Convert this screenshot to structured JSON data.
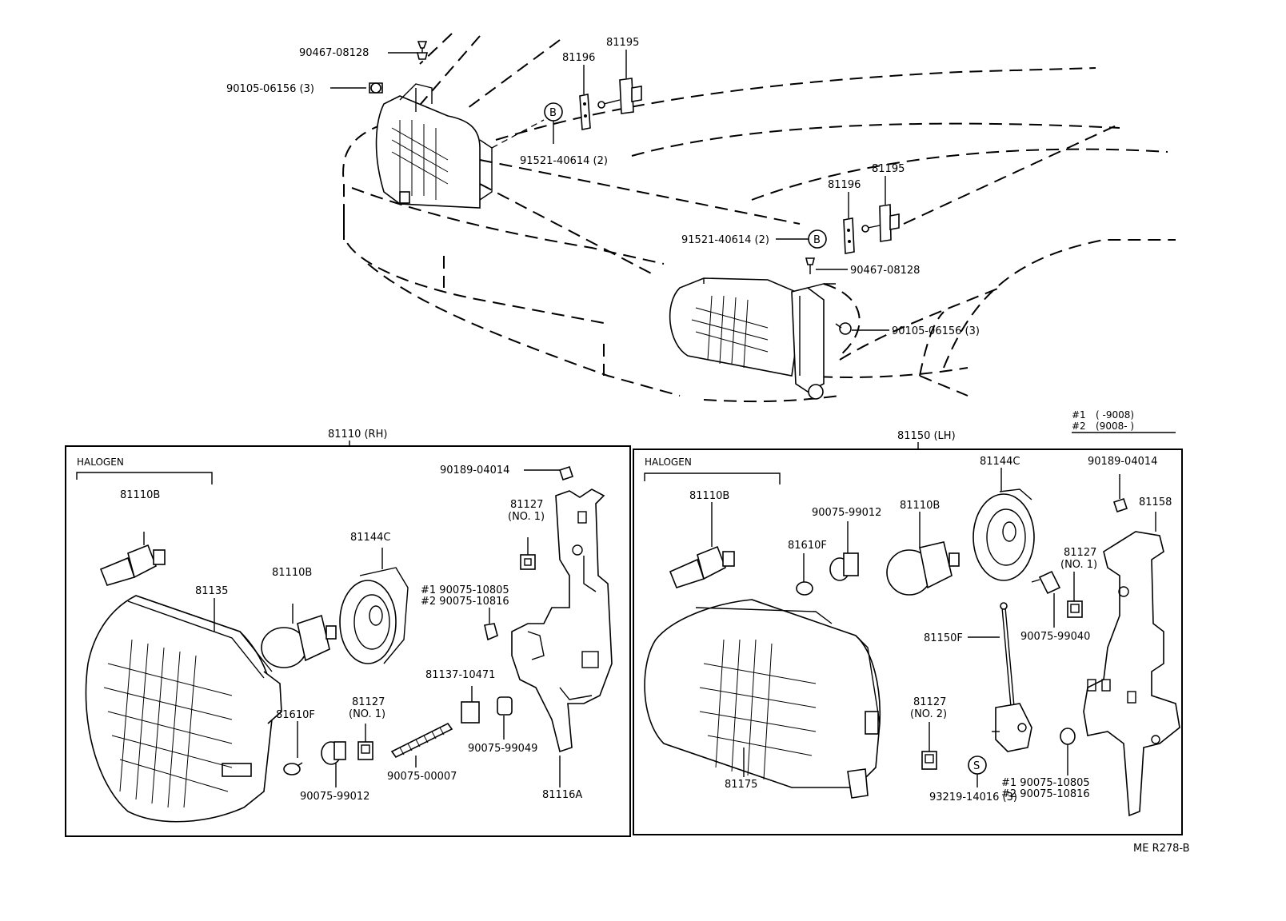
{
  "figure_code": "ME R278-B",
  "legend": {
    "row1_key": "#1",
    "row1_value": "(        -9008)",
    "row2_key": "#2",
    "row2_value": "(9008-        )"
  },
  "top_labels": {
    "rh_clip": "90467-08128",
    "rh_nut": "90105-06156 (3)",
    "rh_bracket_a": "81195",
    "rh_bracket_b": "81196",
    "rh_screw": "91521-40614 (2)",
    "lh_bracket_a": "81195",
    "lh_bracket_b": "81196",
    "lh_screw": "91521-40614 (2)",
    "lh_clip": "90467-08128",
    "lh_nut": "90105-06156 (3)",
    "marker_b": "B",
    "marker_s": "S"
  },
  "rh_panel": {
    "title": "81110 (RH)",
    "halogen": "HALOGEN",
    "bulb_main": "81110B",
    "bulb_small": "81110B",
    "lens": "81135",
    "cap": "81144C",
    "retainer_1": "#1  90075-10805",
    "retainer_2": "#2  90075-10816",
    "socket_no1_top": "81127",
    "socket_no1_top_sub": "(NO. 1)",
    "socket_no1": "81127",
    "socket_no1_sub": "(NO. 1)",
    "clip_top": "90189-04014",
    "adjuster": "81137-10471",
    "bulb_side": "81610F",
    "grommet": "90075-99012",
    "screw_long": "90075-00007",
    "cap_small": "90075-99049",
    "bracket": "81116A"
  },
  "lh_panel": {
    "title": "81150 (LH)",
    "halogen": "HALOGEN",
    "bulb_main": "81110B",
    "bulb_small": "81110B",
    "cap": "81144C",
    "clip_top": "90189-04014",
    "bracket": "81158",
    "socket_no1": "81127",
    "socket_no1_sub": "(NO. 1)",
    "grommet_top": "90075-99012",
    "bulb_side": "81610F",
    "grommet_right": "90075-99040",
    "rod": "81150F",
    "socket_no2": "81127",
    "socket_no2_sub": "(NO. 2)",
    "screw_s": "93219-14016 (3)",
    "retainer_1": "#1  90075-10805",
    "retainer_2": "#2  90075-10816",
    "lens": "81175"
  }
}
